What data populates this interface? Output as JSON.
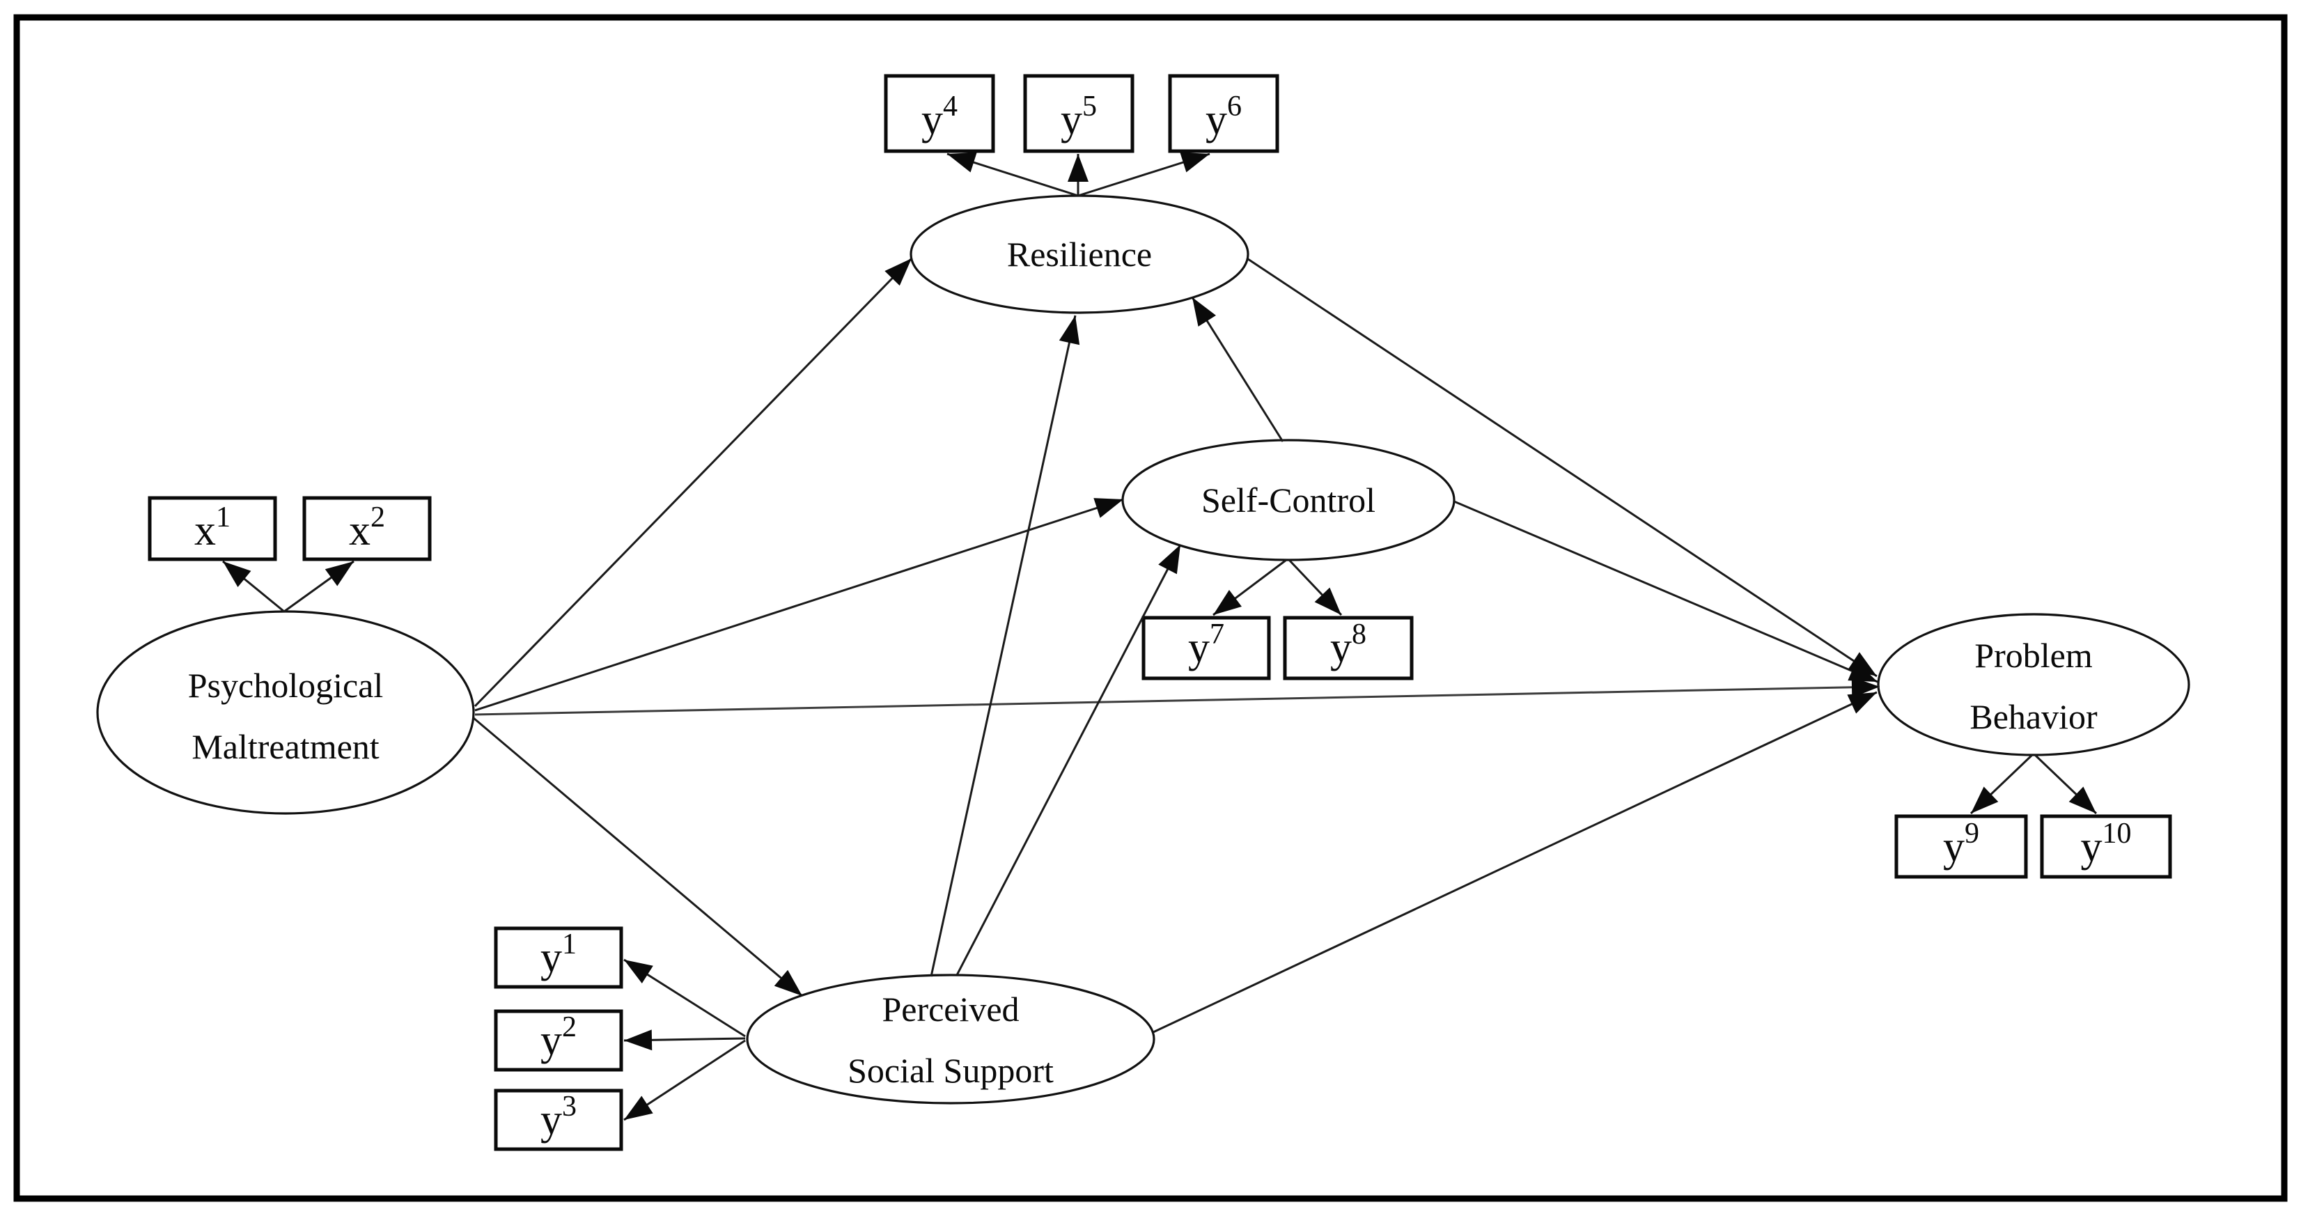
{
  "diagram": {
    "type": "structural-equation-model-path-diagram",
    "colors": {
      "background": "#ffffff",
      "line": "#1a1a1a",
      "frame": "#000000"
    },
    "latent_variables": {
      "psychological_maltreatment": {
        "label_line1": "Psychological",
        "label_line2": "Maltreatment"
      },
      "resilience": {
        "label": "Resilience"
      },
      "self_control": {
        "label": "Self-Control"
      },
      "perceived_social_support": {
        "label_line1": "Perceived",
        "label_line2": "Social Support"
      },
      "problem_behavior": {
        "label_line1": "Problem",
        "label_line2": "Behavior"
      }
    },
    "indicators": {
      "x1": {
        "base": "x",
        "sup": "1"
      },
      "x2": {
        "base": "x",
        "sup": "2"
      },
      "y1": {
        "base": "y",
        "sup": "1"
      },
      "y2": {
        "base": "y",
        "sup": "2"
      },
      "y3": {
        "base": "y",
        "sup": "3"
      },
      "y4": {
        "base": "y",
        "sup": "4"
      },
      "y5": {
        "base": "y",
        "sup": "5"
      },
      "y6": {
        "base": "y",
        "sup": "6"
      },
      "y7": {
        "base": "y",
        "sup": "7"
      },
      "y8": {
        "base": "y",
        "sup": "8"
      },
      "y9": {
        "base": "y",
        "sup": "9"
      },
      "y10": {
        "base": "y",
        "sup": "10"
      }
    },
    "structural_paths": [
      {
        "from": "Psychological Maltreatment",
        "to": "Resilience"
      },
      {
        "from": "Psychological Maltreatment",
        "to": "Self-Control"
      },
      {
        "from": "Psychological Maltreatment",
        "to": "Problem Behavior"
      },
      {
        "from": "Psychological Maltreatment",
        "to": "Perceived Social Support"
      },
      {
        "from": "Perceived Social Support",
        "to": "Resilience"
      },
      {
        "from": "Perceived Social Support",
        "to": "Self-Control"
      },
      {
        "from": "Perceived Social Support",
        "to": "Problem Behavior"
      },
      {
        "from": "Self-Control",
        "to": "Resilience"
      },
      {
        "from": "Self-Control",
        "to": "Problem Behavior"
      },
      {
        "from": "Resilience",
        "to": "Problem Behavior"
      }
    ],
    "measurement_paths": [
      {
        "from": "Psychological Maltreatment",
        "to": [
          "x1",
          "x2"
        ]
      },
      {
        "from": "Resilience",
        "to": [
          "y4",
          "y5",
          "y6"
        ]
      },
      {
        "from": "Self-Control",
        "to": [
          "y7",
          "y8"
        ]
      },
      {
        "from": "Perceived Social Support",
        "to": [
          "y1",
          "y2",
          "y3"
        ]
      },
      {
        "from": "Problem Behavior",
        "to": [
          "y9",
          "y10"
        ]
      }
    ]
  }
}
